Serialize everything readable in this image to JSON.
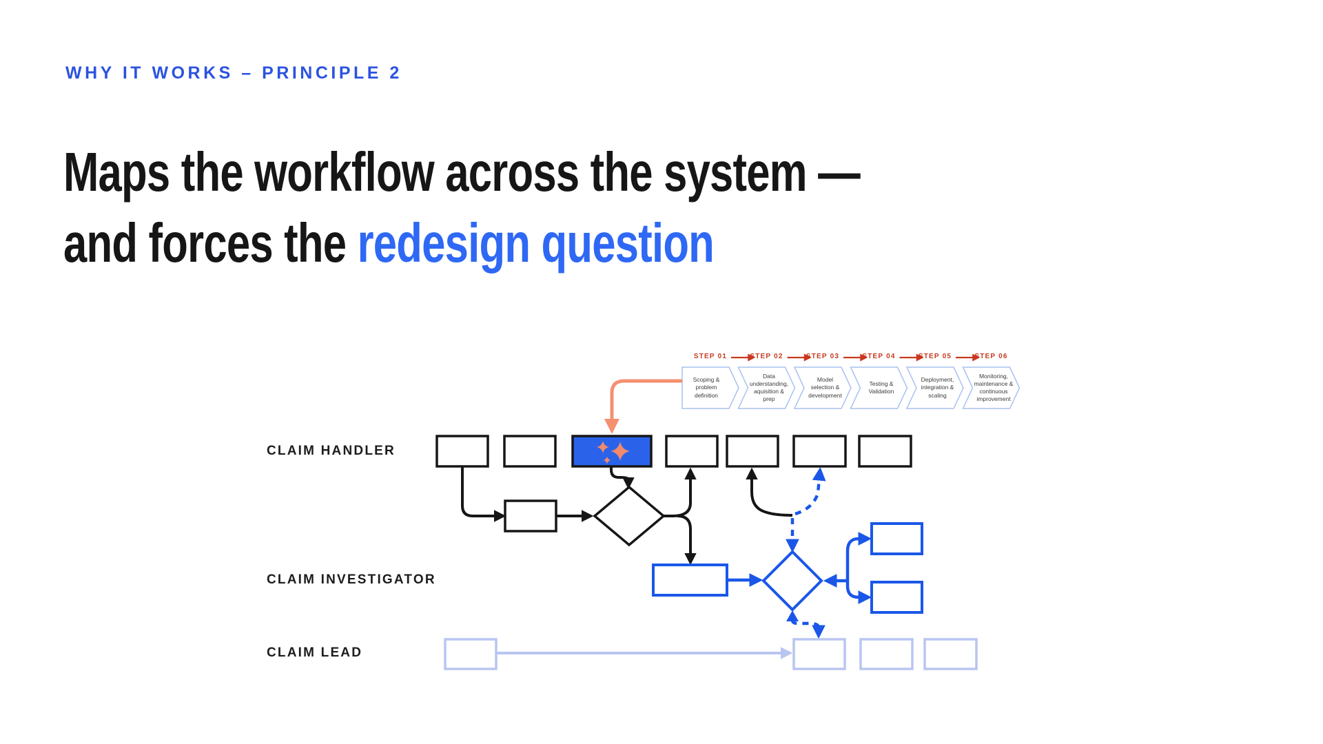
{
  "slide": {
    "eyebrow": "WHY IT WORKS – PRINCIPLE 2",
    "title": {
      "line1": "Maps the workflow across the system —",
      "line2_prefix": "and forces the ",
      "line2_highlight": "redesign question"
    }
  },
  "process_steps": {
    "labels": [
      "STEP 01",
      "STEP 02",
      "STEP 03",
      "STEP 04",
      "STEP 05",
      "STEP 06"
    ],
    "stages": [
      "Scoping & problem definition",
      "Data understanding, aquisition & prep",
      "Model selection & development",
      "Testing & Validation",
      "Deployment, integration & scaling",
      "Monitoring, maintenance & continuous improvement"
    ]
  },
  "swimlanes": {
    "labels": [
      "CLAIM HANDLER",
      "CLAIM INVESTIGATOR",
      "CLAIM LEAD"
    ]
  },
  "icons": {
    "highlighted_box": "sparkles-icon",
    "step_connector": "arrow-right-icon"
  },
  "colors": {
    "eyebrow_blue": "#2B53E0",
    "title_blue": "#2E68F4",
    "ink": "#161616",
    "step_red": "#C8391F",
    "chevron_border": "#A9C2EE",
    "flow_blue": "#1A57E8",
    "flow_blue_fill": "#2A63EA",
    "sparkle_orange": "#F18A6D",
    "connector_orange": "#F4906F",
    "lavender": "#B9C5F0"
  }
}
